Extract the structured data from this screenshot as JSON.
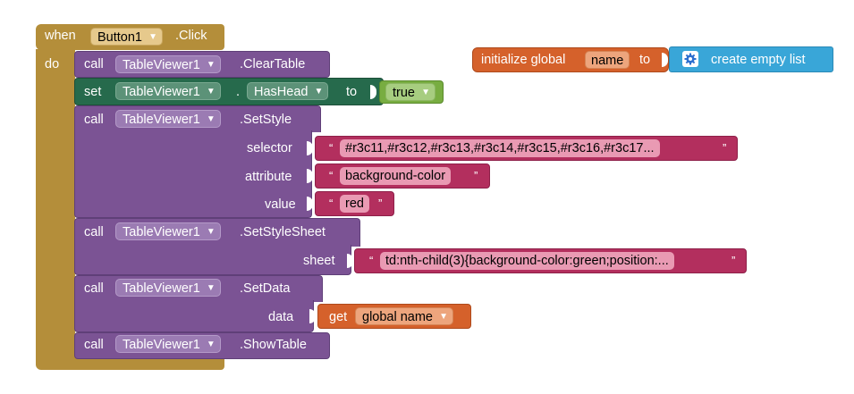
{
  "event": {
    "when_label": "when",
    "component": "Button1",
    "event_name": ".Click",
    "do_label": "do"
  },
  "global_init": {
    "label": "initialize global",
    "var_name": "name",
    "to_label": "to",
    "value_label": "create empty list"
  },
  "statements": {
    "clear_table": {
      "call_label": "call",
      "component": "TableViewer1",
      "method": ".ClearTable"
    },
    "set_hashead": {
      "set_label": "set",
      "component": "TableViewer1",
      "dot": ".",
      "property": "HasHead",
      "to_label": "to",
      "value": "true"
    },
    "set_style": {
      "call_label": "call",
      "component": "TableViewer1",
      "method": ".SetStyle",
      "params": [
        {
          "name": "selector",
          "value": "#r3c11,#r3c12,#r3c13,#r3c14,#r3c15,#r3c16,#r3c17..."
        },
        {
          "name": "attribute",
          "value": "background-color"
        },
        {
          "name": "value",
          "value": "red"
        }
      ]
    },
    "set_style_sheet": {
      "call_label": "call",
      "component": "TableViewer1",
      "method": ".SetStyleSheet",
      "param_name": "sheet",
      "param_value": "td:nth-child(3){background-color:green;position:..."
    },
    "set_data": {
      "call_label": "call",
      "component": "TableViewer1",
      "method": ".SetData",
      "param_name": "data",
      "get_label": "get",
      "get_var": "global name"
    },
    "show_table": {
      "call_label": "call",
      "component": "TableViewer1",
      "method": ".ShowTable"
    }
  },
  "quote_open": "“",
  "quote_close": "”",
  "dropdown_arrow": "▼",
  "icons": [
    "gear-icon",
    "dropdown-arrow-icon"
  ],
  "colors": {
    "event": "#b48e3a",
    "component_call": "#7b5394",
    "component_set": "#266a4c",
    "logic": "#78ad41",
    "text": "#b32f5e",
    "variables": "#d5612b",
    "lists": "#39a6d8"
  }
}
